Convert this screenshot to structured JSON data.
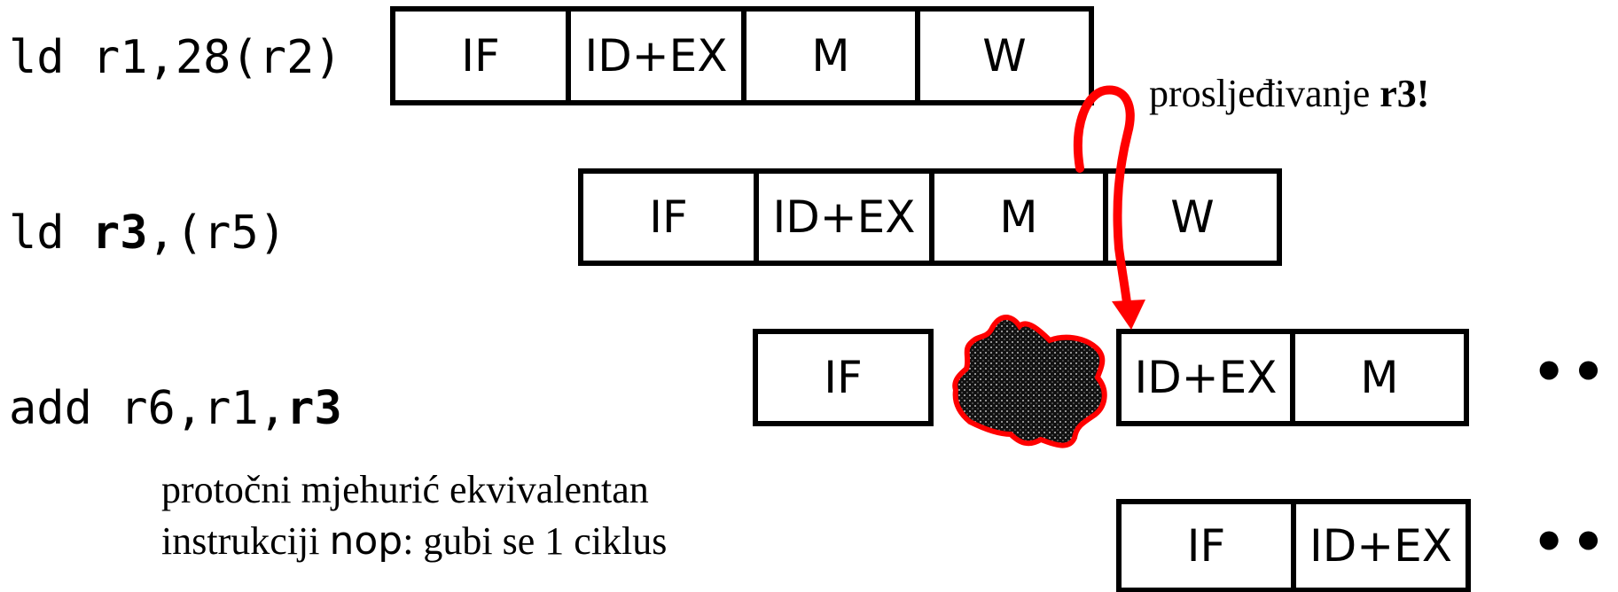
{
  "instructions": [
    {
      "parts": [
        {
          "text": "ld r1,28(r2)",
          "bold": false
        }
      ]
    },
    {
      "parts": [
        {
          "text": "ld ",
          "bold": false
        },
        {
          "text": "r3",
          "bold": true
        },
        {
          "text": ",(r5)",
          "bold": false
        }
      ]
    },
    {
      "parts": [
        {
          "text": "add r6,r1,",
          "bold": false
        },
        {
          "text": "r3",
          "bold": true
        }
      ]
    }
  ],
  "pipelines": [
    [
      "IF",
      "ID+EX",
      "M",
      "W"
    ],
    [
      "IF",
      "ID+EX",
      "M",
      "W"
    ],
    [
      "IF",
      "ID+EX",
      "M"
    ],
    [
      "IF",
      "ID+EX"
    ]
  ],
  "forwarding": {
    "text": "prosljeđivanje ",
    "bold_text": "r3!"
  },
  "note": {
    "line1": "protočni mjehurić ekvivalentan",
    "line2_prefix": "instrukciji ",
    "line2_code": "nop",
    "line2_suffix": ": gubi se 1 ciklus"
  },
  "ellipsis": "•••",
  "colors": {
    "arrow": "#ff0000",
    "bubble_fill": "#1a1a1a",
    "bubble_outline": "#ff0000"
  },
  "icons": {
    "bubble": "pipeline-bubble-blob",
    "forward": "forwarding-arrow"
  }
}
